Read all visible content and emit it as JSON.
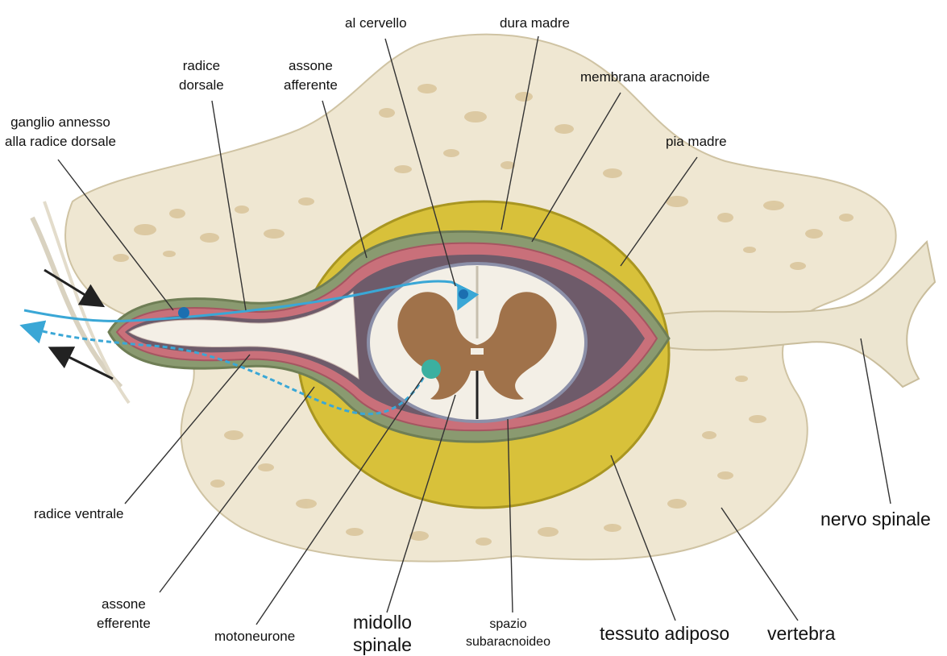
{
  "labels": {
    "al_cervello": "al cervello",
    "dura_madre": "dura madre",
    "radice_dorsale": [
      "radice",
      "dorsale"
    ],
    "assone_afferente": [
      "assone",
      "afferente"
    ],
    "membrana_aracnoide": "membrana aracnoide",
    "ganglio": [
      "ganglio annesso",
      "alla radice dorsale"
    ],
    "pia_madre": "pia madre",
    "radice_ventrale": "radice ventrale",
    "nervo_spinale": "nervo spinale",
    "assone_efferente": [
      "assone",
      "efferente"
    ],
    "motoneurone": "motoneurone",
    "midollo_spinale": [
      "midollo",
      "spinale"
    ],
    "spazio_subaracnoideo": [
      "spazio",
      "subaracnoideo"
    ],
    "tessuto_adiposo": "tessuto adiposo",
    "vertebra": "vertebra"
  },
  "colors": {
    "bone": "#efe7d2",
    "bone_holes": "#d9c49a",
    "fat": "#d8c13a",
    "dura": "#7f8f6a",
    "pia": "#c9707a",
    "cord": "#f3efe6",
    "grey_matter": "#a0724a",
    "axon": "#5bb7dd"
  }
}
